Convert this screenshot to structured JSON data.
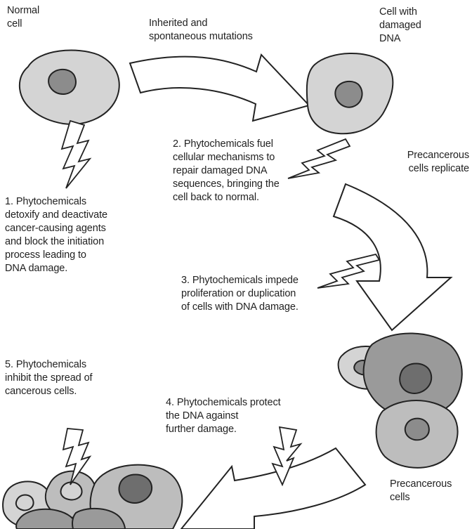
{
  "colors": {
    "ink": "#222222",
    "cell_light": "#d4d4d4",
    "cell_mid": "#bdbdbd",
    "cell_dark": "#9a9a9a",
    "nucleus": "#8c8c8c",
    "nucleus_dark": "#6e6e6e",
    "background": "#ffffff"
  },
  "labels": {
    "normal_cell": "Normal\ncell",
    "mutations": "Inherited and\nspontaneous mutations",
    "damaged_cell": "Cell with\ndamaged\nDNA",
    "step1": "1. Phytochemicals\ndetoxify and deactivate\ncancer-causing agents\nand block the initiation\nprocess leading to\nDNA damage.",
    "step2": "2. Phytochemicals fuel\ncellular mechanisms to\nrepair damaged DNA\nsequences, bringing the\ncell back to normal.",
    "replicate": "Precancerous\ncells replicate",
    "step3": "3. Phytochemicals impede\nproliferation or duplication\nof cells with DNA damage.",
    "step5": "5. Phytochemicals\ninhibit the spread of\ncancerous cells.",
    "step4": "4. Phytochemicals protect\nthe DNA against\nfurther damage.",
    "precancerous": "Precancerous\ncells"
  }
}
